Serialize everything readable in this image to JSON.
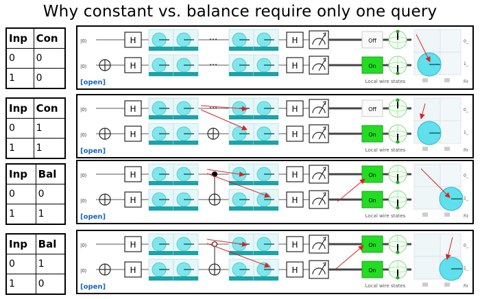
{
  "title": "Why constant vs. balance require only one query",
  "rows": [
    {
      "table": {
        "headers": [
          "Inp",
          "Con"
        ],
        "rows": [
          [
            "0",
            "0"
          ],
          [
            "1",
            "0"
          ]
        ]
      },
      "circuit": {
        "top_input": "|0⟩",
        "bot_input": "|0⟩",
        "ellipsis": "···",
        "gate_h": "H",
        "link": "[open]",
        "top_state": "Off",
        "bot_state": "On",
        "caption": "Local wire states",
        "tick1": "0_",
        "tick2": "1_",
        "partial": "Fir"
      }
    },
    {
      "table": {
        "headers": [
          "Inp",
          "Con"
        ],
        "rows": [
          [
            "0",
            "1"
          ],
          [
            "1",
            "1"
          ]
        ]
      },
      "circuit": {
        "top_input": "|0⟩",
        "bot_input": "|0⟩",
        "ellipsis": "···",
        "gate_h": "H",
        "link": "[open]",
        "top_state": "Off",
        "bot_state": "On",
        "caption": "Local wire states",
        "tick1": "0_",
        "tick2": "1_",
        "partial": "Fir"
      }
    },
    {
      "table": {
        "headers": [
          "Inp",
          "Bal"
        ],
        "rows": [
          [
            "0",
            "0"
          ],
          [
            "1",
            "1"
          ]
        ]
      },
      "circuit": {
        "top_input": "|0⟩",
        "bot_input": "|0⟩",
        "ellipsis": "",
        "gate_h": "H",
        "link": "[open]",
        "top_state": "On",
        "bot_state": "On",
        "caption": "Local wire states",
        "tick1": "0_",
        "tick2": "1_",
        "partial": "Fir"
      }
    },
    {
      "table": {
        "headers": [
          "Inp",
          "Bal"
        ],
        "rows": [
          [
            "0",
            "1"
          ],
          [
            "1",
            "0"
          ]
        ]
      },
      "circuit": {
        "top_input": "|0⟩",
        "bot_input": "|0⟩",
        "ellipsis": "",
        "gate_h": "H",
        "link": "[open]",
        "top_state": "On",
        "bot_state": "On",
        "caption": "Local wire states",
        "tick1": "0_",
        "tick2": "1_",
        "partial": "Fir"
      }
    }
  ],
  "colors": {
    "qubit_fill": "#7fe6ec",
    "qubit_bar": "#1aa3a8",
    "state_on": "#22dd22",
    "arrow": "#e02020",
    "link": "#1565c0"
  }
}
